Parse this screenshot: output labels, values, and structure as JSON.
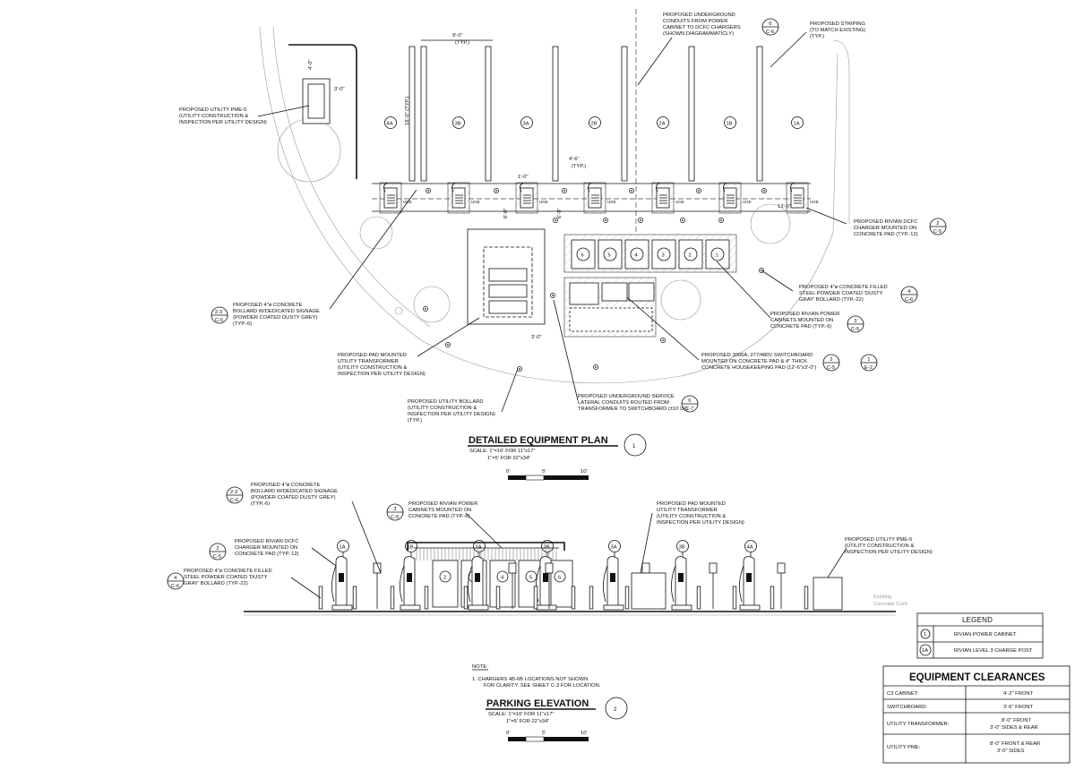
{
  "plan": {
    "title": "DETAILED EQUIPMENT PLAN",
    "scale_1": "SCALE: 1\"=10' FOR 11\"x17\"",
    "scale_2": "1\"=5' FOR 22\"x34\"",
    "number": "1",
    "scale_ticks": [
      "0'",
      "5'",
      "10'"
    ],
    "stalls": [
      "4A",
      "3B",
      "3A",
      "2B",
      "2A",
      "1B",
      "1A"
    ],
    "cabinets": [
      "6",
      "5",
      "4",
      "3",
      "2",
      "1"
    ],
    "dims": {
      "stall_width": "9'-0\"",
      "typ": "(TYP.)",
      "stall_depth": "18'-0\" (TYP.)",
      "gap": "1'-0\"",
      "offset": "4'-6\"",
      "pme_w": "4'-0\"",
      "pme_h": "3'-0\"",
      "to_pad": "6'-0\"",
      "pad2": "6'-9\"",
      "sw_gap": "3'-0\"",
      "end": "13'-0\""
    },
    "callouts": [
      {
        "id": "underground",
        "text": [
          "PROPOSED UNDERGROUND",
          "CONDUITS FROM POWER",
          "CABINET TO DCFC CHARGERS",
          "(SHOWN DIAGRAMMATICLY)"
        ],
        "ref": [
          "6",
          "C-6"
        ]
      },
      {
        "id": "striping",
        "text": [
          "PROPOSED STRIPING",
          "(TO MATCH EXISTING)",
          "(TYP.)"
        ]
      },
      {
        "id": "pme",
        "text": [
          "PROPOSED UTILITY PME-5",
          "(UTILITY CONSTRUCTION &",
          "INSPECTION PER UTILITY DESIGN)"
        ]
      },
      {
        "id": "dcfc",
        "text": [
          "PROPOSED RIVIAN DCFC",
          "CHARGER MOUNTED ON",
          "CONCRETE PAD (TYP.-12)"
        ],
        "ref": [
          "2",
          "C-5"
        ]
      },
      {
        "id": "steel-bollard",
        "text": [
          "PROPOSED 4\"ø CONCRETE FILLED",
          "STEEL POWDER COATED 'DUSTY",
          "GRAY' BOLLARD (TYP.-22)"
        ],
        "ref": [
          "4",
          "C-6"
        ]
      },
      {
        "id": "power-cab",
        "text": [
          "PROPOSED RIVIAN POWER",
          "CABINETS MOUNTED ON",
          "CONCRETE PAD (TYP.-6)"
        ],
        "ref": [
          "3",
          "C-5"
        ]
      },
      {
        "id": "switchboard",
        "text": [
          "PROPOSED 3000A, 277/480V SWITCHBOARD",
          "MOUNTED ON CONCRETE PAD & 4\" THICK",
          "CONCRETE HOUSEKEEPING PAD (12'-6\"x3'-0\")"
        ],
        "ref": [
          "2",
          "C-5"
        ],
        "ref2": [
          "1",
          "E-2"
        ]
      },
      {
        "id": "service",
        "text": [
          "PROPOSED UNDERGROUND SERVICE",
          "LATERAL CONDUITS ROUTED FROM",
          "TRANSFORMER TO SWITCHBOARD (±10 LF)"
        ],
        "ref": [
          "6",
          "C-7"
        ]
      },
      {
        "id": "utility-bollard",
        "text": [
          "PROPOSED UTILITY BOLLARD",
          "(UTILITY CONSTRUCTION &",
          "INSPECTION PER UTILITY DESIGN)",
          "(TYP.)"
        ]
      },
      {
        "id": "transformer",
        "text": [
          "PROPOSED PAD MOUNTED",
          "UTILITY TRANSFORMER",
          "(UTILITY CONSTRUCTION &",
          "INSPECTION PER UTILITY DESIGN)"
        ]
      },
      {
        "id": "concrete-bollard",
        "text": [
          "PROPOSED 4\"ø CONCRETE",
          "BOLLARD W/DEDICATED SIGNAGE",
          "(POWDER COATED DUSTY GREY)",
          "(TYP.-6)"
        ],
        "ref": [
          "2-3",
          "C-6"
        ]
      }
    ]
  },
  "elevation": {
    "title": "PARKING ELEVATION",
    "scale_1": "SCALE: 1\"=10' FOR 11\"x17\"",
    "scale_2": "1\"=5' FOR 22\"x34\"",
    "number": "2",
    "scale_ticks": [
      "0'",
      "5'",
      "10'"
    ],
    "stalls": [
      "1A",
      "1B",
      "2A",
      "2B",
      "3A",
      "3B",
      "4A"
    ],
    "cabinets": [
      "2",
      "3",
      "4",
      "5",
      "6"
    ],
    "curb": [
      "Existing",
      "Concrete Curb"
    ],
    "callouts": [
      {
        "id": "e-bollard",
        "text": [
          "PROPOSED 4\"ø CONCRETE",
          "BOLLARD W/DEDICATED SIGNAGE",
          "(POWDER COATED DUSTY GREY)",
          "(TYP.-6)"
        ],
        "ref": [
          "2-3",
          "C-6"
        ]
      },
      {
        "id": "e-cab",
        "text": [
          "PROPOSED RIVIAN POWER",
          "CABINETS MOUNTED ON",
          "CONCRETE PAD (TYP.-6)"
        ],
        "ref": [
          "3",
          "C-5"
        ]
      },
      {
        "id": "e-transformer",
        "text": [
          "PROPOSED PAD MOUNTED",
          "UTILITY TRANSFORMER",
          "(UTILITY CONSTRUCTION &",
          "INSPECTION PER UTILITY DESIGN)"
        ]
      },
      {
        "id": "e-pme",
        "text": [
          "PROPOSED UTILITY PME-5",
          "(UTILITY CONSTRUCTION &",
          "INSPECTION PER UTILITY DESIGN)"
        ]
      },
      {
        "id": "e-dcfc",
        "text": [
          "PROPOSED RIVIAN DCFC",
          "CHARGER MOUNTED ON",
          "CONCRETE PAD (TYP.-12)"
        ],
        "ref": [
          "2",
          "C-5"
        ]
      },
      {
        "id": "e-steel",
        "text": [
          "PROPOSED 4\"ø CONCRETE FILLED",
          "STEEL POWDER COATED 'DUSTY",
          "GRAY' BOLLARD (TYP.-22)"
        ],
        "ref": [
          "4",
          "C-6"
        ]
      }
    ]
  },
  "note": {
    "heading": "NOTE:",
    "items": [
      "1.  CHARGERS 4B-6B LOCATIONS NOT SHOWN",
      "FOR CLARITY. SEE SHEET C-3 FOR LOCATION."
    ]
  },
  "legend": {
    "title": "LEGEND",
    "rows": [
      {
        "symbol": "1",
        "label": "RIVIAN POWER CABINET"
      },
      {
        "symbol": "1A",
        "label": "RIVIAN LEVEL 3 CHARGE POST"
      }
    ]
  },
  "clearances": {
    "title": "EQUIPMENT CLEARANCES",
    "rows": [
      {
        "item": "C3 CABINET:",
        "value": [
          "4'-2\" FRONT"
        ]
      },
      {
        "item": "SWITCHBOARD:",
        "value": [
          "3'-6\" FRONT"
        ]
      },
      {
        "item": "UTILITY TRANSFORMER:",
        "value": [
          "8'-0\" FRONT",
          "3'-0\" SIDES & REAR"
        ]
      },
      {
        "item": "UTILITY PME:",
        "value": [
          "8'-0\" FRONT & REAR",
          "3'-0\" SIDES"
        ]
      }
    ]
  },
  "utility_tag": "UGE"
}
